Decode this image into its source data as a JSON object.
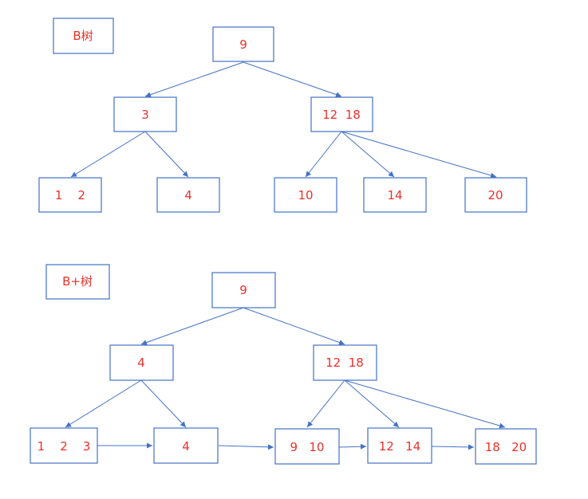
{
  "b_tree": {
    "title": "B树",
    "root": "9",
    "left_internal": "3",
    "right_internal": "12  18",
    "leaf_1_2": "1    2",
    "leaf_4": "4",
    "leaf_10": "10",
    "leaf_14": "14",
    "leaf_20": "20"
  },
  "b_plus_tree": {
    "title": "B+树",
    "root": "9",
    "left_internal": "4",
    "right_internal": "12  18",
    "leaf_1_2_3": "1    2    3",
    "leaf_4": "4",
    "leaf_9_10": "9   10",
    "leaf_12_14": "12   14",
    "leaf_18_20": "18   20"
  },
  "colors": {
    "box_border": "#4472c4",
    "edge": "#4472c4",
    "text": "#e8322b"
  }
}
